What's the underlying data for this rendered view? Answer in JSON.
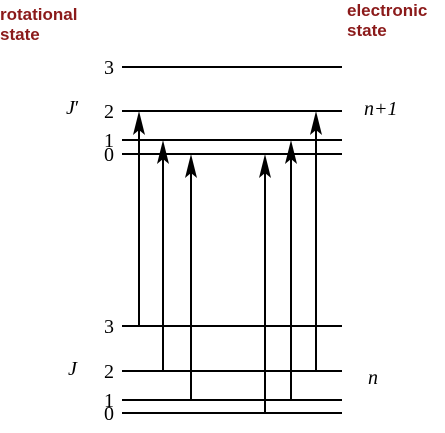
{
  "headers": {
    "left": [
      "rotational",
      "state"
    ],
    "right": [
      "electronic",
      "state"
    ]
  },
  "colors": {
    "header": "#8b1a1a",
    "lines": "#000000"
  },
  "upper_state": {
    "j_symbol": "J",
    "j_prime": "′",
    "electronic_label": "n+1",
    "electronic_label_n": "n",
    "electronic_label_plus": "+1",
    "levels": [
      "3",
      "2",
      "1",
      "0"
    ]
  },
  "lower_state": {
    "j_symbol": "J",
    "electronic_label": "n",
    "levels": [
      "3",
      "2",
      "1",
      "0"
    ]
  },
  "transitions": [
    {
      "from_level": "3",
      "to_level": "2"
    },
    {
      "from_level": "2",
      "to_level": "1"
    },
    {
      "from_level": "1",
      "to_level": "0"
    },
    {
      "from_level": "0",
      "to_level": "0"
    },
    {
      "from_level": "1",
      "to_level": "1"
    },
    {
      "from_level": "2",
      "to_level": "2"
    }
  ]
}
